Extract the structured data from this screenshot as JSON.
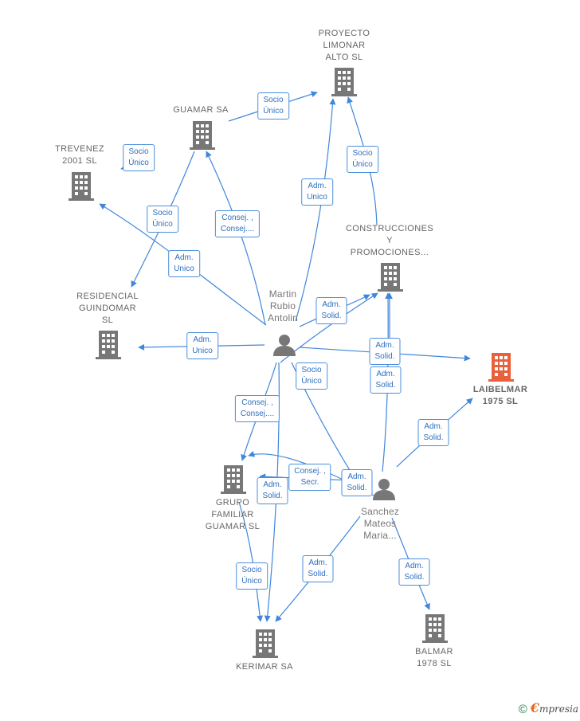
{
  "colors": {
    "edge": "#3f86dc",
    "company": "#777777",
    "company_highlight": "#e8603c",
    "person": "#777777"
  },
  "nodes": [
    {
      "id": "proyecto",
      "type": "company",
      "name": [
        "PROYECTO",
        "LIMONAR",
        "ALTO  SL"
      ]
    },
    {
      "id": "guamar",
      "type": "company",
      "name": [
        "GUAMAR SA"
      ]
    },
    {
      "id": "trevenez",
      "type": "company",
      "name": [
        "TREVENEZ",
        "2001  SL"
      ]
    },
    {
      "id": "construcciones",
      "type": "company",
      "name": [
        "CONSTRUCCIONES",
        "Y",
        "PROMOCIONES..."
      ]
    },
    {
      "id": "residencial",
      "type": "company",
      "name": [
        "RESIDENCIAL",
        "GUINDOMAR",
        "SL"
      ]
    },
    {
      "id": "martin",
      "type": "person",
      "name": [
        "Martin",
        "Rubio",
        "Antolin"
      ]
    },
    {
      "id": "laibelmar",
      "type": "company",
      "highlight": true,
      "name": [
        "LAIBELMAR",
        "1975  SL"
      ]
    },
    {
      "id": "grupo",
      "type": "company",
      "name": [
        "GRUPO",
        "FAMILIAR",
        "GUAMAR SL"
      ]
    },
    {
      "id": "sanchez",
      "type": "person",
      "name": [
        "Sanchez",
        "Mateos",
        "Maria..."
      ]
    },
    {
      "id": "kerimar",
      "type": "company",
      "name": [
        "KERIMAR SA"
      ]
    },
    {
      "id": "balmar",
      "type": "company",
      "name": [
        "BALMAR",
        "1978  SL"
      ]
    }
  ],
  "edges": [
    {
      "label": [
        "Socio",
        "Único"
      ]
    },
    {
      "label": [
        "Socio",
        "Único"
      ]
    },
    {
      "label": [
        "Socio",
        "Único"
      ]
    },
    {
      "label": [
        "Socio",
        "Único"
      ]
    },
    {
      "label": [
        "Consej. ,",
        "Consej...."
      ]
    },
    {
      "label": [
        "Adm.",
        "Unico"
      ]
    },
    {
      "label": [
        "Adm.",
        "Unico"
      ]
    },
    {
      "label": [
        "Adm.",
        "Unico"
      ]
    },
    {
      "label": [
        "Adm.",
        "Solid."
      ]
    },
    {
      "label": [
        "Adm.",
        "Solid."
      ]
    },
    {
      "label": [
        "Socio",
        "Único"
      ]
    },
    {
      "label": [
        "Consej. ,",
        "Consej...."
      ]
    },
    {
      "label": [
        "Adm.",
        "Solid."
      ]
    },
    {
      "label": [
        "Adm.",
        "Solid."
      ]
    },
    {
      "label": [
        "Adm.",
        "Solid."
      ]
    },
    {
      "label": [
        "Consej. ,",
        "Secr."
      ]
    },
    {
      "label": [
        "Adm.",
        "Solid."
      ]
    },
    {
      "label": [
        "Socio",
        "Único"
      ]
    },
    {
      "label": [
        "Adm.",
        "Solid."
      ]
    },
    {
      "label": [
        "Adm.",
        "Solid."
      ]
    }
  ],
  "footer": {
    "copyright": "©",
    "brand_initial": "€",
    "brand_rest": "mpresia"
  }
}
